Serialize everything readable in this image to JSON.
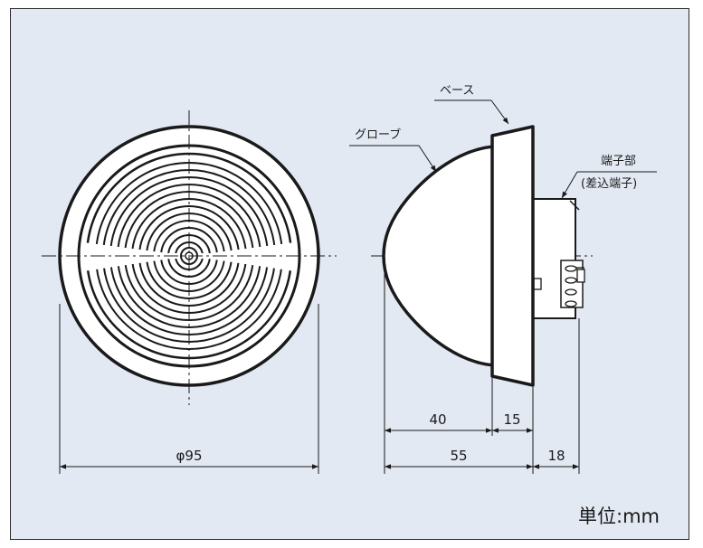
{
  "colors": {
    "background": "#e3e9f3",
    "line": "#1a1a1a",
    "body_fill": "#ffffff"
  },
  "callouts": {
    "base": "ベース",
    "globe": "グローブ",
    "terminal": "端子部",
    "terminal_sub": "(差込端子)"
  },
  "dimensions": {
    "diameter": "φ95",
    "globe_depth": "40",
    "base_depth": "15",
    "body_depth": "55",
    "terminal_depth": "18"
  },
  "unit_label": "単位:mm"
}
